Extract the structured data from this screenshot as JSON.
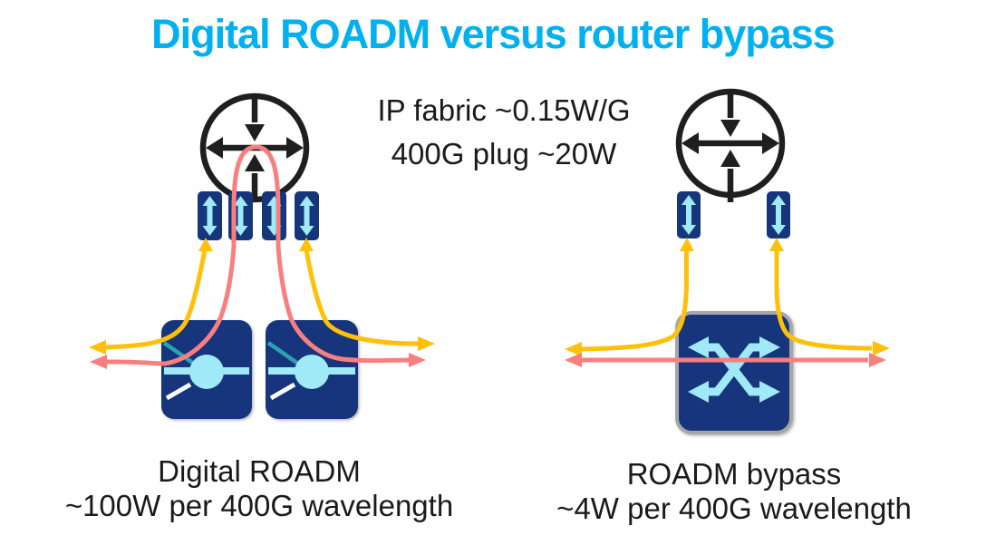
{
  "page": {
    "title": "Digital ROADM versus router bypass"
  },
  "annotation": {
    "line1": "IP fabric ~0.15W/G",
    "line2": "400G plug ~20W"
  },
  "left_diagram": {
    "caption_line1": "Digital ROADM",
    "caption_line2": "~100W per 400G wavelength",
    "icons": [
      "router-icon",
      "pluggable-transceiver-icon",
      "pluggable-transceiver-icon",
      "pluggable-transceiver-icon",
      "pluggable-transceiver-icon",
      "digital-roadm-node-icon",
      "digital-roadm-node-icon"
    ],
    "transceiver_count": 4,
    "roadm_node_count": 2
  },
  "right_diagram": {
    "caption_line1": "ROADM bypass",
    "caption_line2": "~4W per 400G wavelength",
    "icons": [
      "router-icon",
      "pluggable-transceiver-icon",
      "pluggable-transceiver-icon",
      "optical-switch-icon"
    ],
    "transceiver_count": 2,
    "switch_count": 1
  },
  "colors": {
    "title-cyan": "#00b0f0",
    "navy": "#16367c",
    "light-cyan": "#a0eaf8",
    "teal": "#2fa0b4",
    "yellow": "#ffc008",
    "pink": "#f97f7f",
    "ink": "#1f1f1f",
    "switch-border": "#a6a6a6",
    "text": "#1a1a1a",
    "bg": "#ffffff"
  },
  "spectrum_colors": [
    "#e8241c",
    "#f7a600",
    "#e3c62a",
    "#9fc43c",
    "#3fa96f",
    "#4fb6d8",
    "#2f6ecd",
    "#2a2fa0",
    "#211c5e"
  ]
}
